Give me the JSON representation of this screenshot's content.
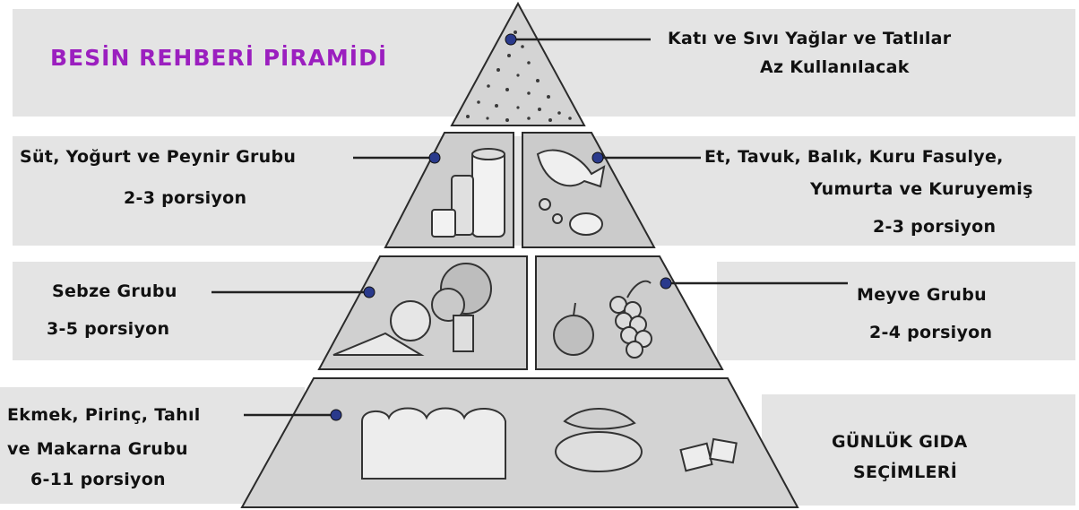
{
  "title": {
    "text": "BESİN REHBERİ PİRAMİDİ",
    "color": "#9b1fbf"
  },
  "colors": {
    "band": "#e4e4e4",
    "pyramid_fill": "#d2d2d2",
    "outline": "#2b2b2b",
    "dot": "#2a3a8c"
  },
  "fats": {
    "line1": "Katı ve Sıvı Yağlar ve Tatlılar",
    "line2": "Az Kullanılacak",
    "icon": "dotted-sweets-icon"
  },
  "dairy": {
    "line1": "Süt, Yoğurt ve Peynir Grubu",
    "line2": "2-3 porsiyon",
    "icon": "dairy-bottles-icon"
  },
  "meat": {
    "line1": "Et, Tavuk, Balık, Kuru Fasulye,",
    "line2": "Yumurta ve Kuruyemiş",
    "line3": "2-3 porsiyon",
    "icon": "fish-egg-icon"
  },
  "vegetable": {
    "line1": "Sebze Grubu",
    "line2": "3-5 porsiyon",
    "icon": "vegetables-icon"
  },
  "fruit": {
    "line1": "Meyve Grubu",
    "line2": "2-4 porsiyon",
    "icon": "apple-grapes-icon"
  },
  "grain": {
    "line1": "Ekmek, Pirinç, Tahıl",
    "line2": "ve Makarna Grubu",
    "line3": "6-11 porsiyon",
    "icon": "bread-pasta-icon"
  },
  "footer": {
    "line1": "GÜNLÜK GIDA",
    "line2": "SEÇİMLERİ"
  }
}
